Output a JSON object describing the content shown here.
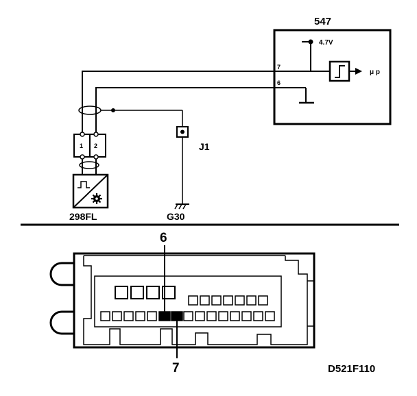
{
  "ecu": {
    "id": "547",
    "supply": "4.7V",
    "output": "μ p",
    "pin_a": "7",
    "pin_b": "6"
  },
  "connector": {
    "pin_1": "1",
    "pin_2": "2"
  },
  "sensor": {
    "id": "298FL"
  },
  "junction": {
    "id": "J1"
  },
  "ground": {
    "id": "G30"
  },
  "plug": {
    "pin_top": "6",
    "pin_bottom": "7"
  },
  "figure_code": "D521F110"
}
